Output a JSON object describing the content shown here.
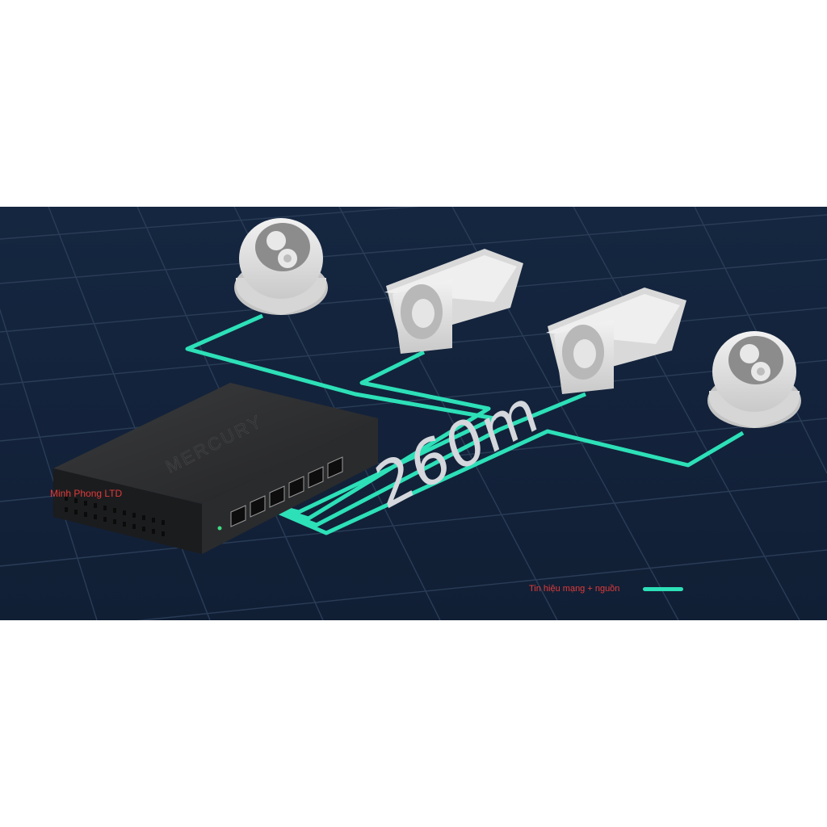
{
  "distance_label": "260m",
  "legend": {
    "label": "Tin hiệu mạng + nguồn",
    "color": "#2de0b8"
  },
  "watermark": "Minh Phong LTD",
  "switch": {
    "brand": "MERCURY"
  },
  "colors": {
    "background": "#14233a",
    "grid": "#2a3d57",
    "cable": "#2de0b8"
  },
  "icons": [
    "network-switch-icon",
    "dome-camera-icon",
    "bullet-camera-icon"
  ]
}
